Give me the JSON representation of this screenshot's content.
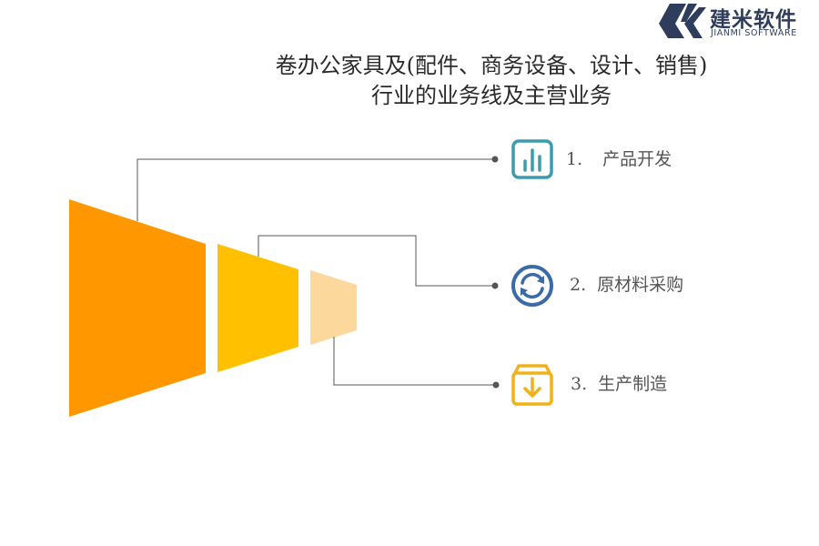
{
  "logo": {
    "name_cn": "建米软件",
    "name_en": "JIANMI SOFTWARE",
    "icon": "jianmi-logo-icon"
  },
  "title": {
    "line1": "卷办公家具及(配件、商务设备、设计、销售)",
    "line2": "行业的业务线及主营业务"
  },
  "colors": {
    "segment1": "#FF9800",
    "segment2": "#FFC000",
    "segment3": "#FDD89C",
    "icon_teal": "#3D9BB0",
    "icon_blue": "#3A6AA8",
    "icon_gold": "#F0B21B",
    "line": "#555555"
  },
  "items": [
    {
      "number": "1.",
      "label": "产品开发",
      "icon": "bar-chart-icon"
    },
    {
      "number": "2.",
      "label": "原材料采购",
      "icon": "refresh-cycle-icon"
    },
    {
      "number": "3.",
      "label": "生产制造",
      "icon": "download-box-icon"
    }
  ]
}
